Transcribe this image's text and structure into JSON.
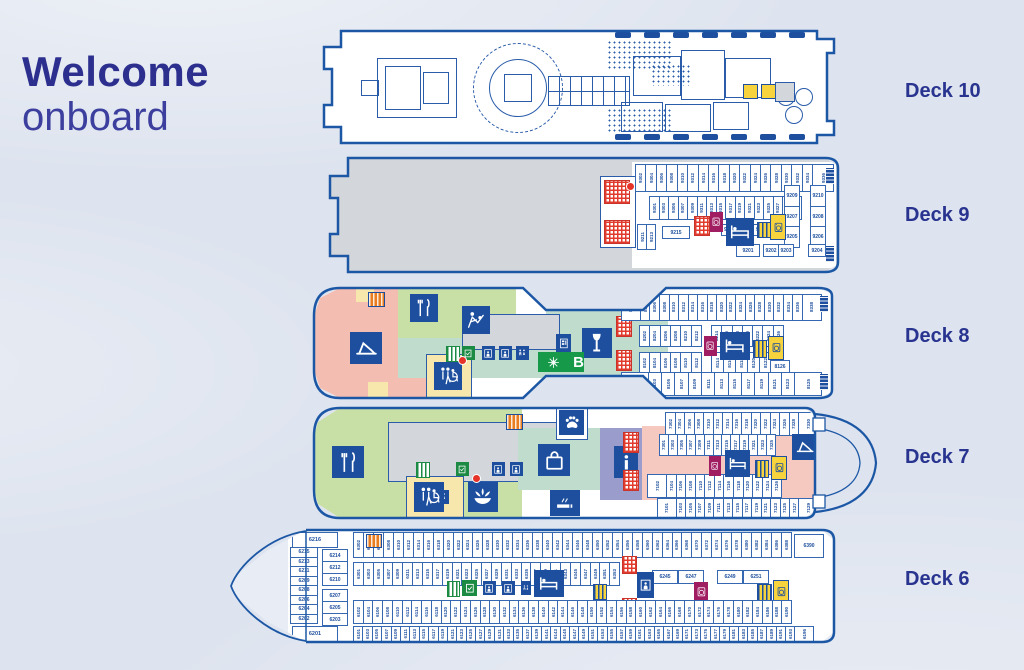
{
  "title": {
    "line1": "Welcome",
    "line2": "onboard"
  },
  "palette": {
    "background": "#dee4ef",
    "title_bold": "#2d2f8f",
    "title_light": "#3c3f9e",
    "deck_label": "#28348f",
    "plan_line": "#1c57a5",
    "cabin_text": "#1d4f9e",
    "open_deck_gray": "#d3d6da",
    "zone_salmon": "#f4bdb2",
    "zone_green": "#c8dfa5",
    "zone_teal": "#bfdccd",
    "zone_purple": "#9a9dcb",
    "zone_pink": "#f6c9c0",
    "zone_pale_yellow": "#f7e7ad",
    "icon_navy": "#1d4f9e",
    "brand_green": "#169a4a",
    "laundry_yellow": "#f7d33d",
    "laundry_magenta": "#a01d62",
    "stairs_red": "#e23b2e",
    "stairs_orange": "#e87c1e",
    "marker_red": "#e63329"
  },
  "decks": {
    "deck10": {
      "label": "Deck 10",
      "features": [
        "funnel",
        "pool-circle",
        "gangway-grid",
        "sun-deck-seating",
        "terrace-tables",
        "highlight-boxes-yellow"
      ]
    },
    "deck9": {
      "label": "Deck 9",
      "facilities": [
        "stairs",
        "bed-cabins",
        "laundry-magenta",
        "laundry-yellow"
      ],
      "rows": {
        "top": [
          {
            "from": 9302,
            "to": 9334,
            "step": 2
          },
          {
            "n": "9336",
            "wide": true
          }
        ],
        "mid": [
          {
            "from": 9301,
            "to": 9331,
            "step": 2
          }
        ],
        "stair_pair": [
          "9211",
          "9213"
        ],
        "single": "9215",
        "trio": [
          "9217",
          "9219",
          "9221"
        ],
        "colA": [
          "9209",
          "9207",
          "9205"
        ],
        "colB": [
          "9210",
          "9208",
          "9206"
        ],
        "bottom": [
          "9201",
          "9202",
          "9203",
          "9204"
        ]
      }
    },
    "deck8": {
      "label": "Deck 8",
      "facilities": [
        "observation-lounge",
        "restaurant",
        "entertainment",
        "accessible-family-wc",
        "bar",
        "brand-b-lounge",
        "vending",
        "bed-cabins",
        "laundry-magenta",
        "laundry-yellow",
        "stairs",
        "elevators"
      ],
      "badge_text": "B",
      "rows": {
        "top": [
          {
            "n": "8303",
            "wide": true
          },
          {
            "from": 8304,
            "to": 8336,
            "step": 2
          },
          {
            "n": "8338",
            "wide": true
          }
        ],
        "mid1a": [
          {
            "from": 8202,
            "to": 8212,
            "step": 2
          }
        ],
        "mid1b": [
          {
            "from": 8214,
            "to": 8226,
            "step": 2
          }
        ],
        "mid2a": [
          {
            "from": 8102,
            "to": 8112,
            "step": 2
          }
        ],
        "mid2b": [
          {
            "from": 8114,
            "to": 8124,
            "step": 2
          }
        ],
        "single": "8126",
        "bottom": [
          {
            "n": "8101",
            "wide": true
          },
          {
            "from": 8103,
            "to": 8123,
            "step": 2
          },
          {
            "n": "8125",
            "wide": true
          }
        ]
      }
    },
    "deck7": {
      "label": "Deck 7",
      "facilities": [
        "restaurant",
        "dog-kennels",
        "shop",
        "information",
        "spa",
        "smoking-area",
        "accessible-family-wc",
        "bed-cabins",
        "laundry-magenta",
        "laundry-yellow",
        "sun-lounge",
        "stairs",
        "elevators"
      ],
      "rows": {
        "top": [
          {
            "from": 7302,
            "to": 7328,
            "step": 2
          },
          {
            "n": "7330",
            "wide": true
          }
        ],
        "mid1": [
          {
            "from": 7301,
            "to": 7325,
            "step": 2
          }
        ],
        "mid2": [
          {
            "n": "7102",
            "wide": true
          },
          {
            "from": 7104,
            "to": 7126,
            "step": 2
          }
        ],
        "bottom": [
          {
            "n": "7101",
            "wide": true
          },
          {
            "from": 7103,
            "to": 7127,
            "step": 2
          },
          {
            "n": "7129",
            "wide": true
          }
        ]
      }
    },
    "deck6": {
      "label": "Deck 6",
      "facilities": [
        "bed-cabins",
        "elevator",
        "laundry-magenta",
        "laundry-yellow",
        "stairs"
      ],
      "rows": {
        "top": [
          {
            "from": 6302,
            "to": 6388,
            "step": 2
          }
        ],
        "top_end": "6390",
        "band2": [
          {
            "from": 6301,
            "to": 6353,
            "step": 2
          }
        ],
        "mid_h": [
          "6245",
          "6247",
          "6249",
          "6251"
        ],
        "band3": [
          {
            "from": 6102,
            "to": 6190,
            "step": 2
          }
        ],
        "bottom": [
          {
            "from": 6101,
            "to": 6193,
            "step": 2
          },
          {
            "n": "6195",
            "wide": true
          }
        ],
        "bow_top": "6216",
        "bow_col": [
          "6215",
          "6213",
          "6211",
          "6209",
          "6208",
          "6206",
          "6204",
          "6202"
        ],
        "bow_col2": [
          "6214",
          "6212",
          "6210"
        ],
        "bow_col3": [
          "6207",
          "6205",
          "6203"
        ],
        "bow_bottom": "6201"
      }
    }
  }
}
